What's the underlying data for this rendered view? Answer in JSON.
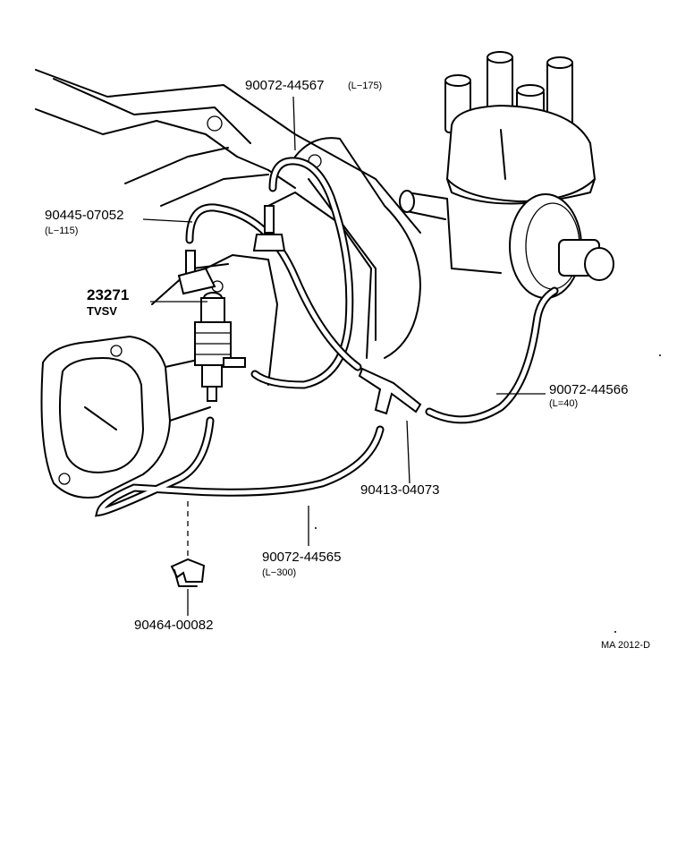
{
  "labels": {
    "hose_175": {
      "part": "90072-44567",
      "length": "(L−175)"
    },
    "hose_115": {
      "part": "90445-07052",
      "length": "(L−115)"
    },
    "tvsv": {
      "part": "23271",
      "name": "TVSV"
    },
    "hose_40": {
      "part": "90072-44566",
      "length": "(L=40)"
    },
    "tee": {
      "part": "90413-04073"
    },
    "hose_300": {
      "part": "90072-44565",
      "length": "(L−300)"
    },
    "clip": {
      "part": "90464-00082"
    },
    "figure_code": "MA  2012-D"
  }
}
